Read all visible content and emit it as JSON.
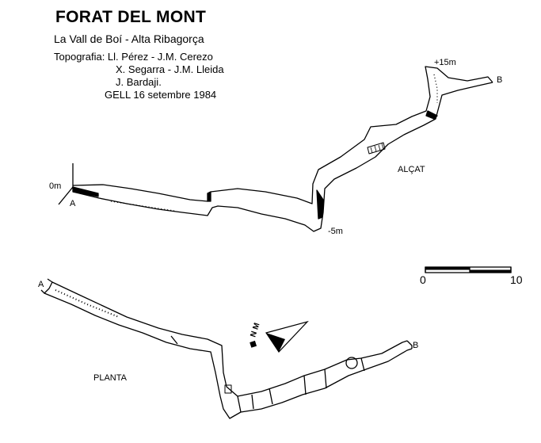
{
  "title": "FORAT DEL MONT",
  "subtitle": "La Vall de Boí - Alta Ribagorça",
  "credits": [
    "Topografia:  Ll. Pérez - J.M. Cerezo",
    "X. Segarra - J.M. Lleida",
    "J. Bardaji.",
    "GELL  16 setembre 1984"
  ],
  "section": {
    "label": "ALÇAT",
    "depth_top": "+15m",
    "depth_start": "0m",
    "depth_low": "-5m",
    "point_a": "A",
    "point_b": "B"
  },
  "plan": {
    "label": "PLANTA",
    "point_a": "A",
    "point_b": "B"
  },
  "scale": {
    "min": "0",
    "max": "10"
  },
  "compass": {
    "label": "N M",
    "icon": "north-arrow-icon"
  },
  "colors": {
    "ink": "#000000",
    "paper": "#ffffff"
  }
}
